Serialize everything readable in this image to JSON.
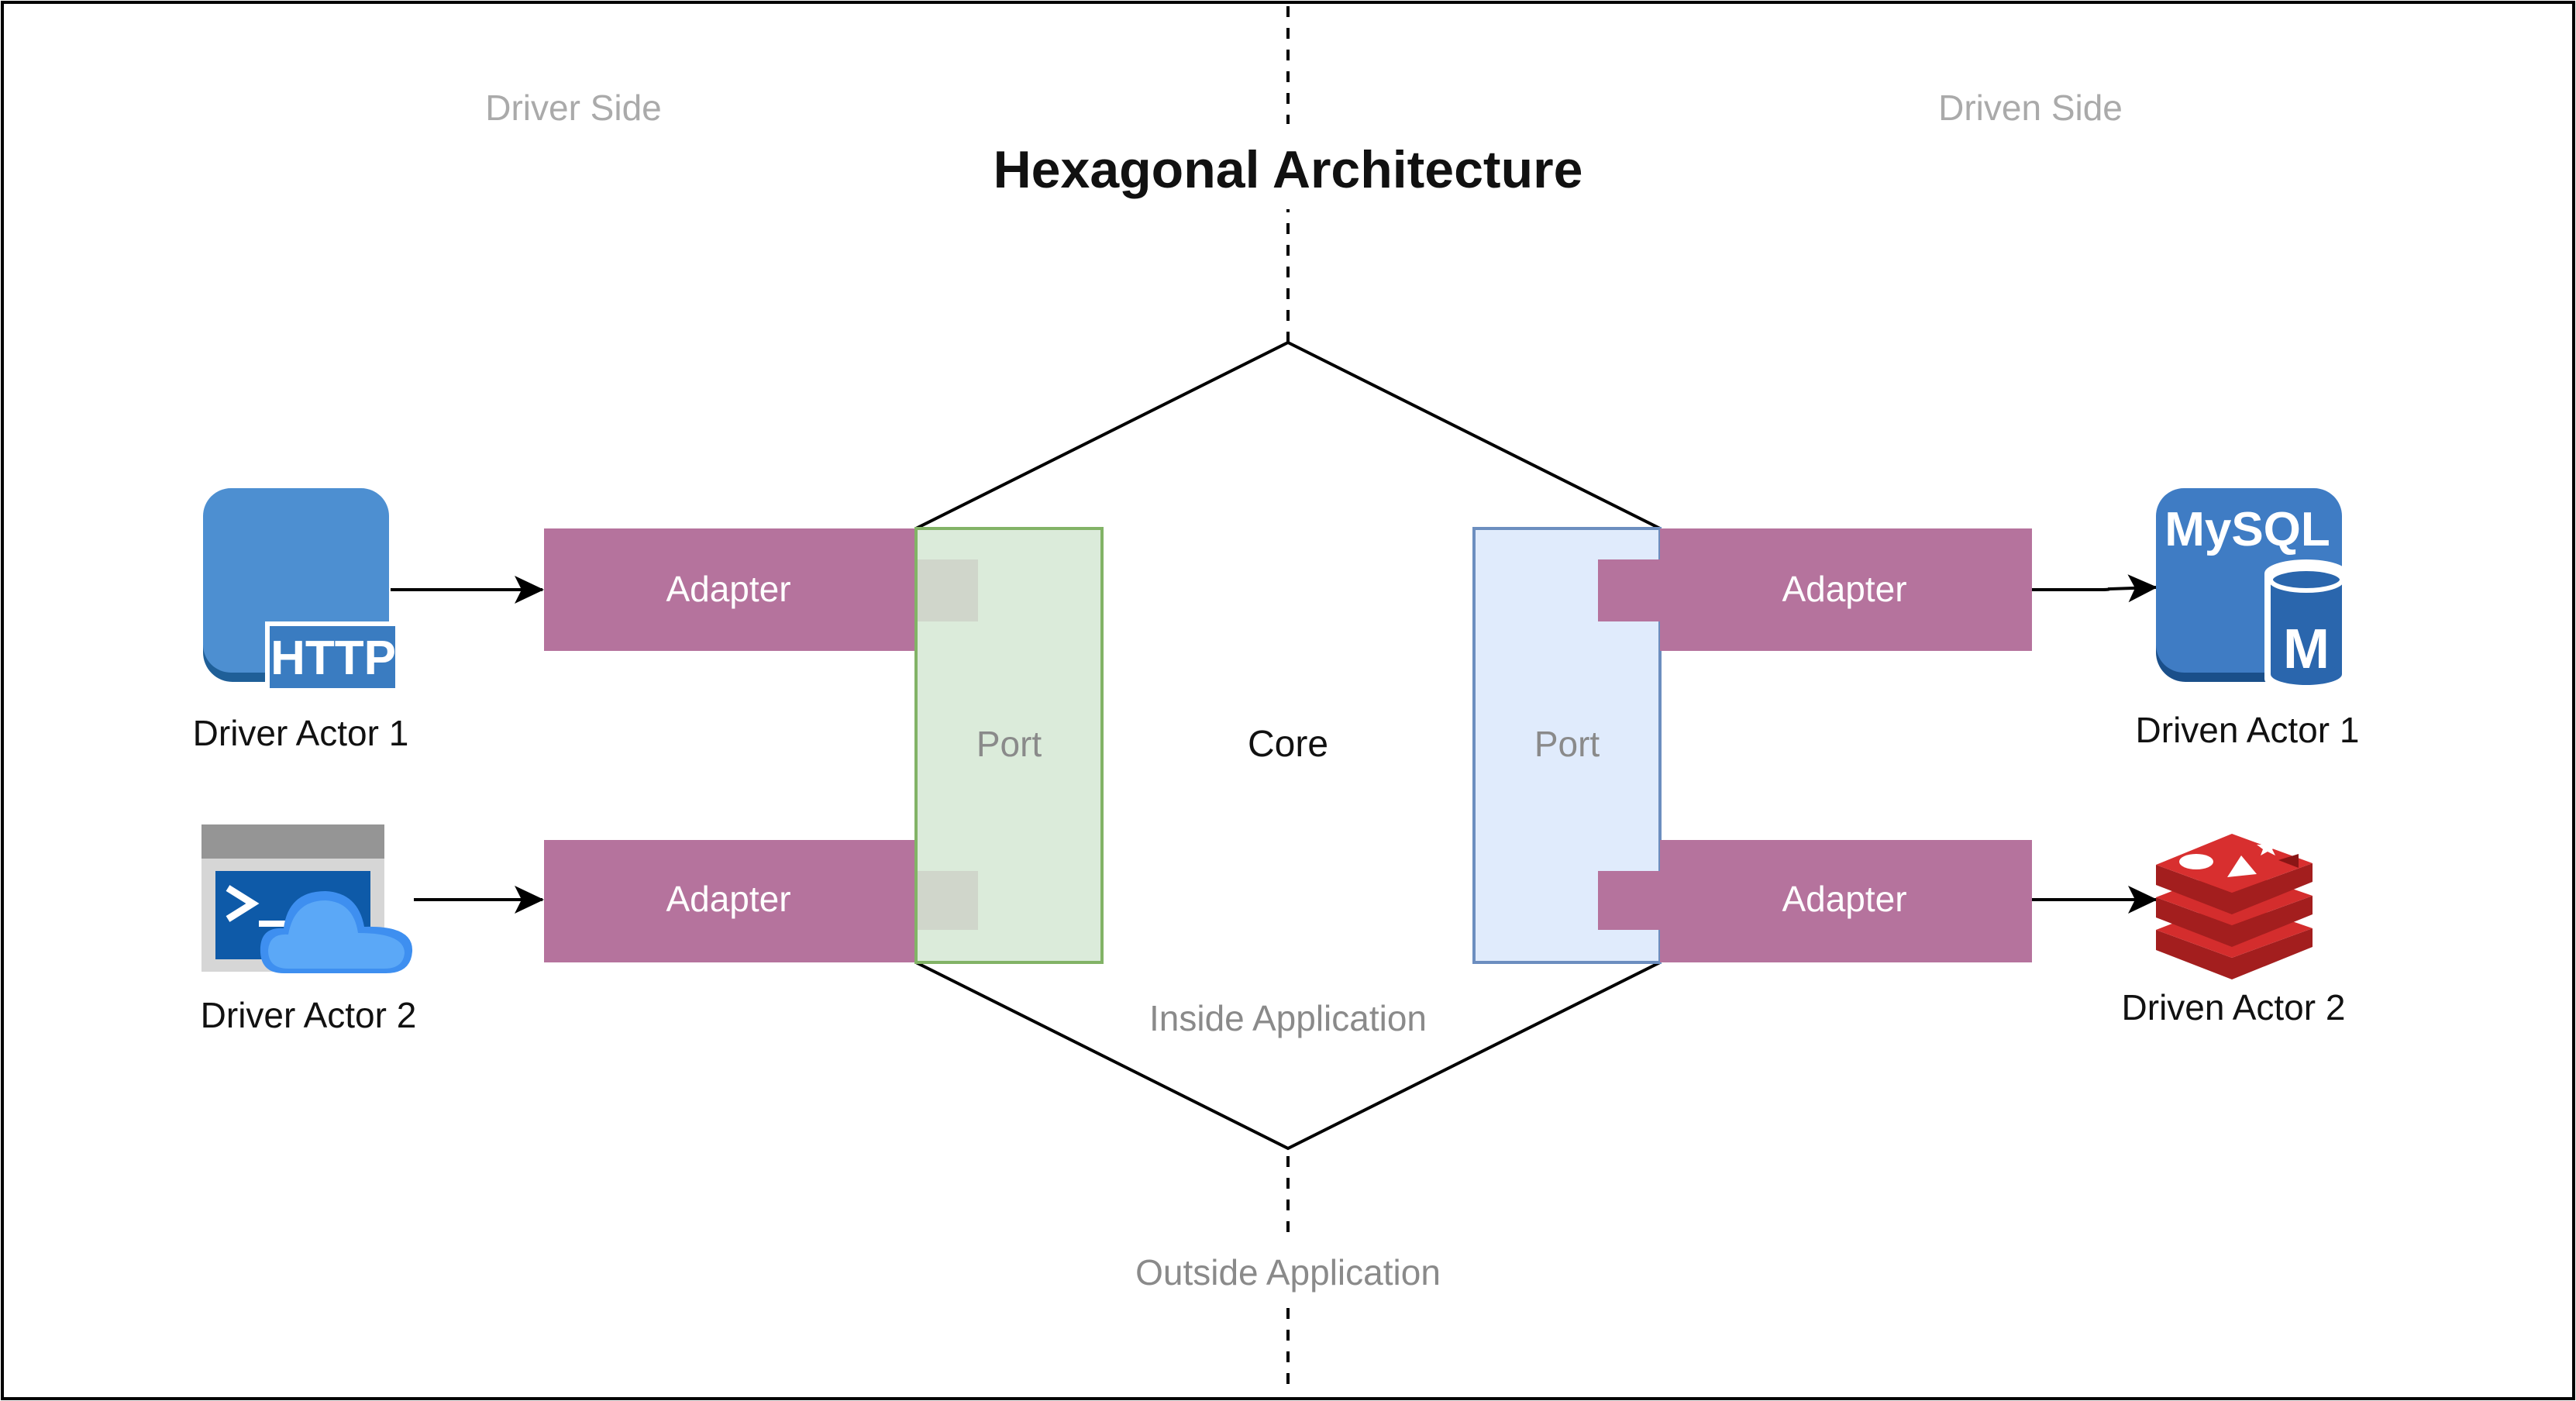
{
  "diagram": {
    "title": "Hexagonal Architecture",
    "sides": {
      "driver_label": "Driver Side",
      "driven_label": "Driven Side"
    },
    "core_label": "Core",
    "inside_label": "Inside Application",
    "outside_label": "Outside Application",
    "ports": {
      "driver": {
        "label": "Port",
        "fill": "#d5e8d4",
        "stroke": "#82b366"
      },
      "driven": {
        "label": "Port",
        "fill": "#dae8fc",
        "stroke": "#6c8ebf"
      }
    },
    "adapters": [
      {
        "id": "driver-adapter-1",
        "label": "Adapter"
      },
      {
        "id": "driver-adapter-2",
        "label": "Adapter"
      },
      {
        "id": "driven-adapter-1",
        "label": "Adapter"
      },
      {
        "id": "driven-adapter-2",
        "label": "Adapter"
      }
    ],
    "adapter_color": "#b5739d",
    "actors": {
      "driver_1": {
        "label": "Driver Actor 1",
        "icon": "http-icon",
        "icon_text": "HTTP"
      },
      "driver_2": {
        "label": "Driver Actor 2",
        "icon": "cloud-shell-icon"
      },
      "driven_1": {
        "label": "Driven Actor 1",
        "icon": "mysql-icon",
        "icon_text": "MySQL",
        "icon_badge": "M"
      },
      "driven_2": {
        "label": "Driven Actor 2",
        "icon": "redis-icon"
      }
    }
  }
}
